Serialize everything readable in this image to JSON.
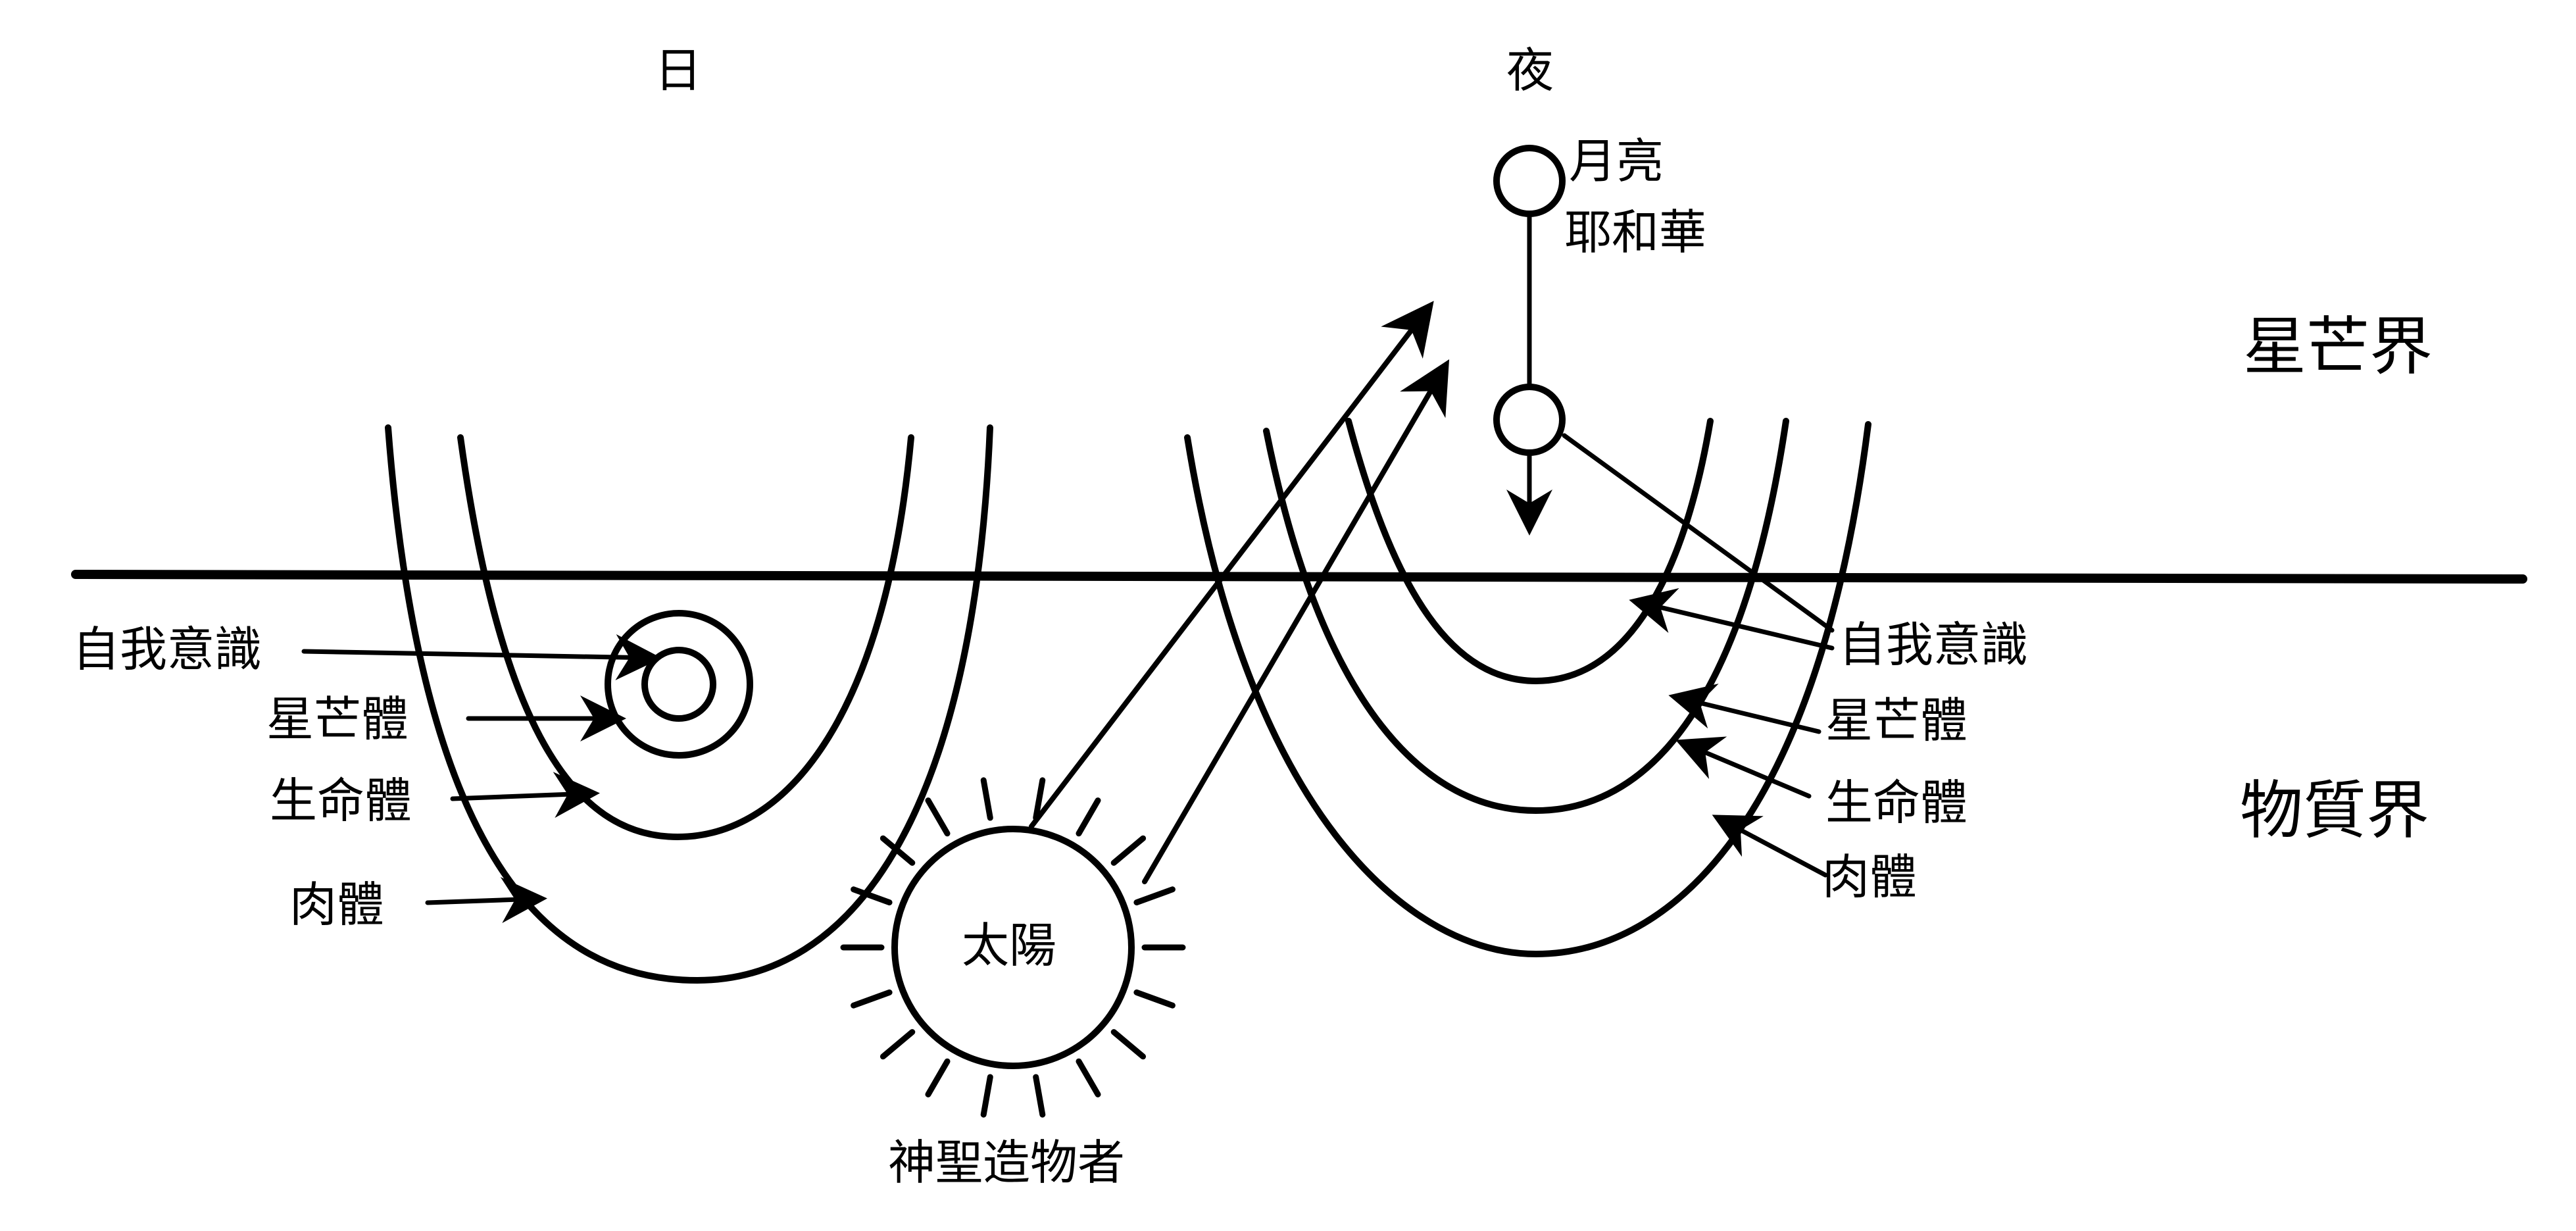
{
  "header": {
    "day": "日",
    "night": "夜"
  },
  "realms": {
    "astral": "星芒界",
    "physical": "物質界"
  },
  "day_labels": {
    "ego": "自我意識",
    "astral_body": "星芒體",
    "etheric_body": "生命體",
    "physical_body": "肉體"
  },
  "night_labels": {
    "ego": "自我意識",
    "astral_body": "星芒體",
    "etheric_body": "生命體",
    "physical_body": "肉體"
  },
  "moon": {
    "name": "月亮",
    "deity": "耶和華"
  },
  "sun": {
    "name": "太陽",
    "caption": "神聖造物者"
  },
  "colors": {
    "ink": "#000000",
    "paper": "#ffffff"
  }
}
